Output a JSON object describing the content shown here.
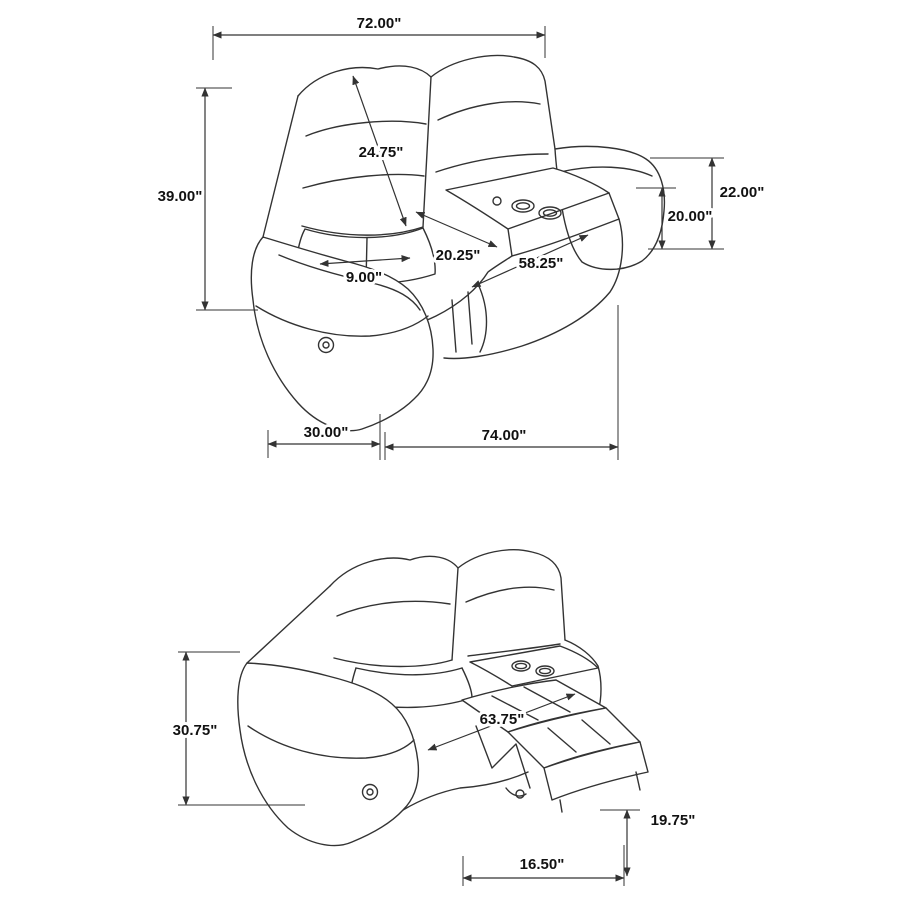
{
  "page": {
    "background": "#ffffff"
  },
  "colors": {
    "line": "#333333",
    "text": "#111111"
  },
  "top_view": {
    "dims": {
      "overall_width": "72.00\"",
      "back_height": "24.75\"",
      "overall_height": "39.00\"",
      "arm_height": "22.00\"",
      "console_height": "20.00\"",
      "seat_depth": "20.25\"",
      "console_width": "9.00\"",
      "interior_seat_width": "58.25\"",
      "overall_depth": "30.00\"",
      "base_length": "74.00\""
    }
  },
  "reclined_view": {
    "dims": {
      "reclined_height": "30.75\"",
      "reclined_depth": "63.75\"",
      "footrest_height": "19.75\"",
      "footrest_length": "16.50\""
    }
  }
}
